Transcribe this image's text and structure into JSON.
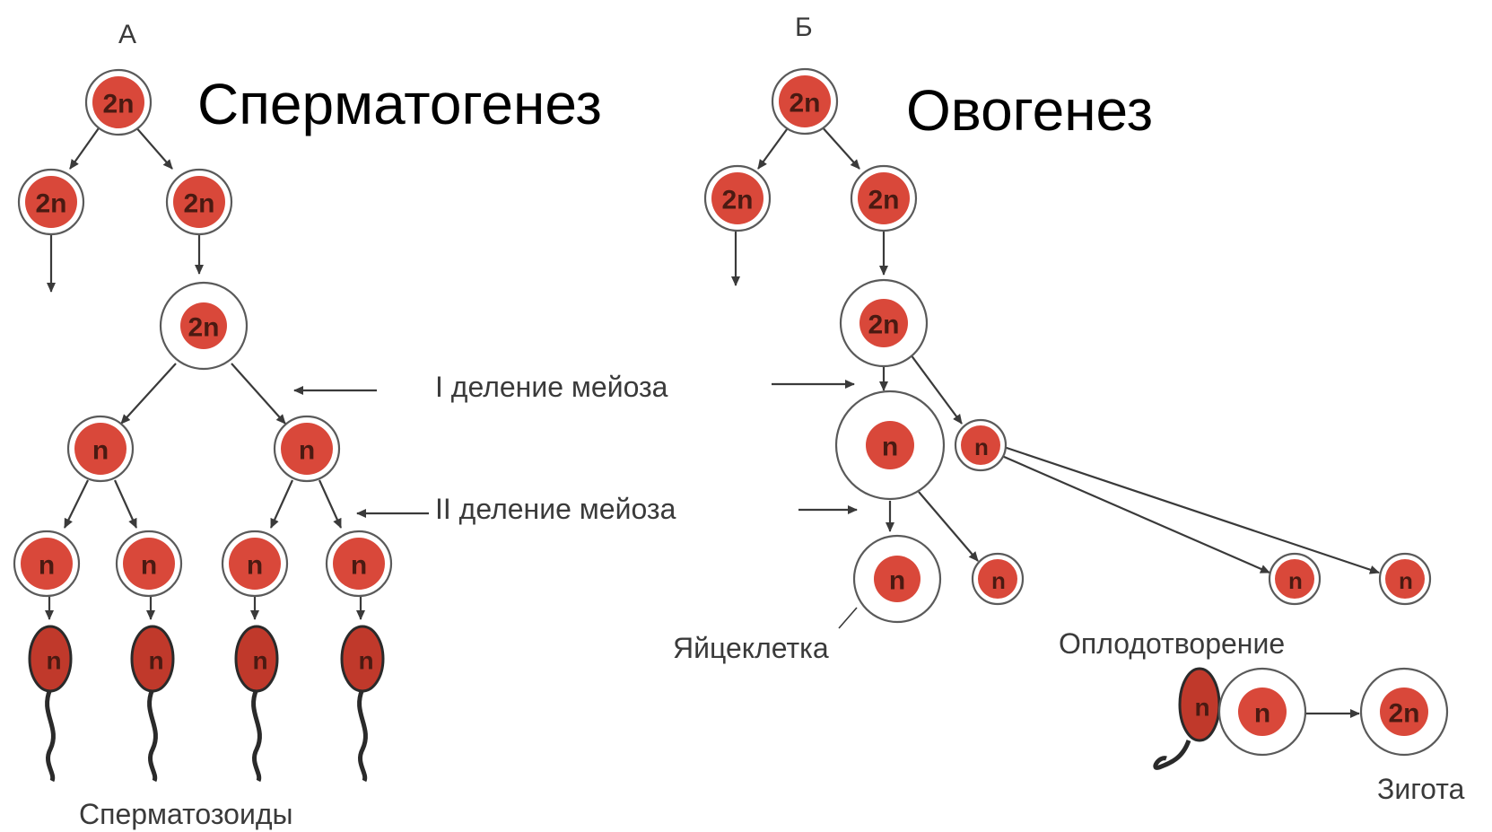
{
  "spermatogenesis": {
    "panel_letter": "А",
    "title": "Сперматогенез",
    "label_sperm": "Сперматозоиды"
  },
  "oogenesis": {
    "panel_letter": "Б",
    "title": "Овогенез",
    "label_egg": "Яйцеклетка",
    "label_fertilization": "Оплодотворение",
    "label_zygote": "Зигота"
  },
  "meiosis": {
    "division_1": "I деление мейоза",
    "division_2": "II деление мейоза"
  },
  "ploidy": {
    "diploid": "2n",
    "haploid": "n"
  },
  "colors": {
    "nucleus": "#d9483a",
    "cell_membrane": "#5a5a5a",
    "cell_fill": "#ffffff",
    "sperm_head": "#c0392b"
  }
}
